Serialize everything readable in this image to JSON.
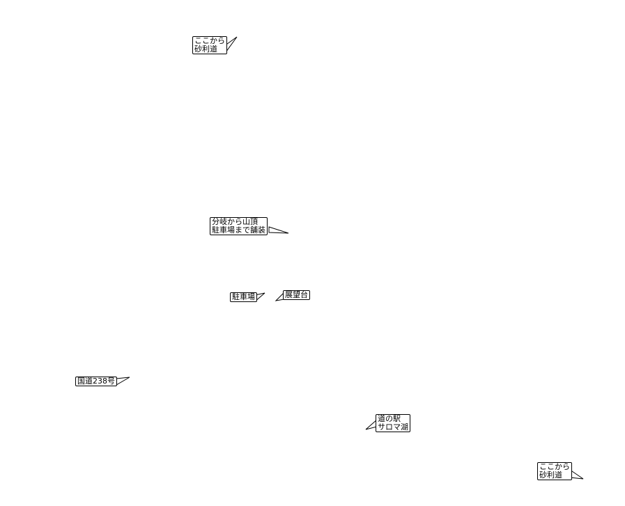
{
  "map": {
    "line_color": "#000000",
    "background_color": "#ffffff",
    "labels": [
      {
        "id": "gravel-start-1",
        "lines": [
          "ここから",
          "砂利道"
        ]
      },
      {
        "id": "paved-section",
        "lines": [
          "分岐から山頂",
          "駐車場まで舗装"
        ]
      },
      {
        "id": "parking",
        "lines": [
          "駐車場"
        ]
      },
      {
        "id": "observation-deck",
        "lines": [
          "展望台"
        ]
      },
      {
        "id": "route-238",
        "lines": [
          "国道238号"
        ]
      },
      {
        "id": "roadside-station",
        "lines": [
          "道の駅",
          "サロマ湖"
        ]
      },
      {
        "id": "gravel-start-2",
        "lines": [
          "ここから",
          "砂利道"
        ]
      }
    ]
  }
}
